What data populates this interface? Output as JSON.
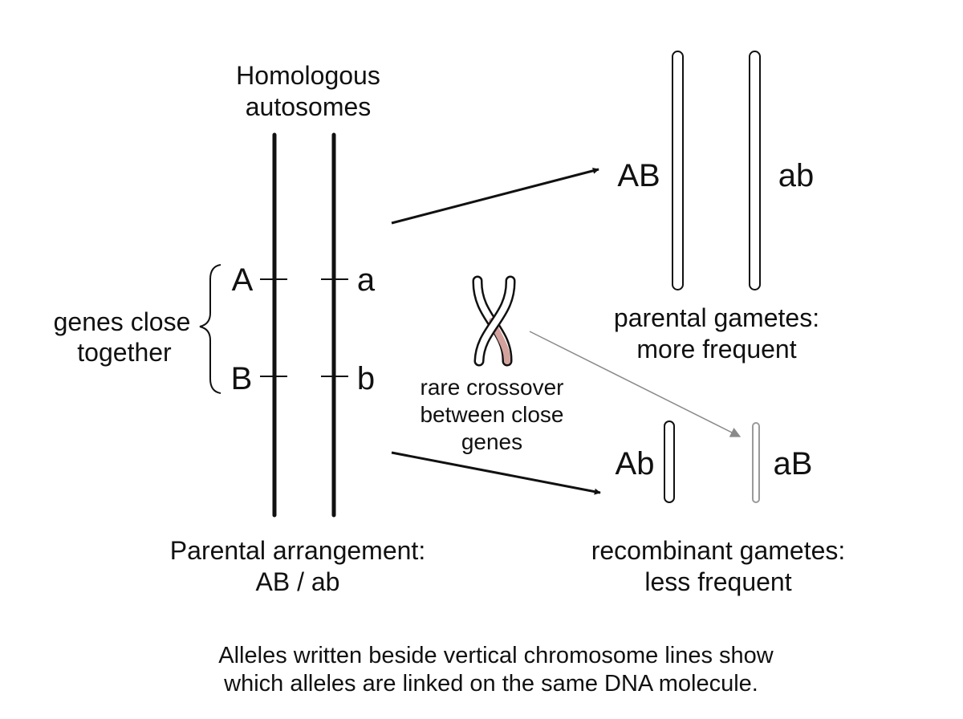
{
  "labels": {
    "homologous_line1": "Homologous",
    "homologous_line2": "autosomes",
    "genes_close_line1": "genes close",
    "genes_close_line2": "together",
    "parental_arrangement_line1": "Parental arrangement:",
    "parental_arrangement_line2": "AB / ab",
    "crossover_line1": "rare crossover",
    "crossover_line2": "between close",
    "crossover_line3": "genes",
    "parental_gametes_line1": "parental gametes:",
    "parental_gametes_line2": "more frequent",
    "recombinant_gametes_line1": "recombinant gametes:",
    "recombinant_gametes_line2": "less frequent"
  },
  "alleles": {
    "left_top": "A",
    "left_bottom": "B",
    "right_top": "a",
    "right_bottom": "b"
  },
  "gametes": {
    "parental_1": "AB",
    "parental_2": "ab",
    "recombinant_1": "Ab",
    "recombinant_2": "aB"
  },
  "caption": {
    "line1": "Alleles written beside vertical chromosome lines show",
    "line2": "which alleles are linked on the same DNA molecule."
  },
  "colors": {
    "line": "#111111",
    "crossover_segment": "#d4a29d",
    "faint_arrow": "#8a8a8a",
    "faint_chromosome": "#9a9a9a"
  }
}
